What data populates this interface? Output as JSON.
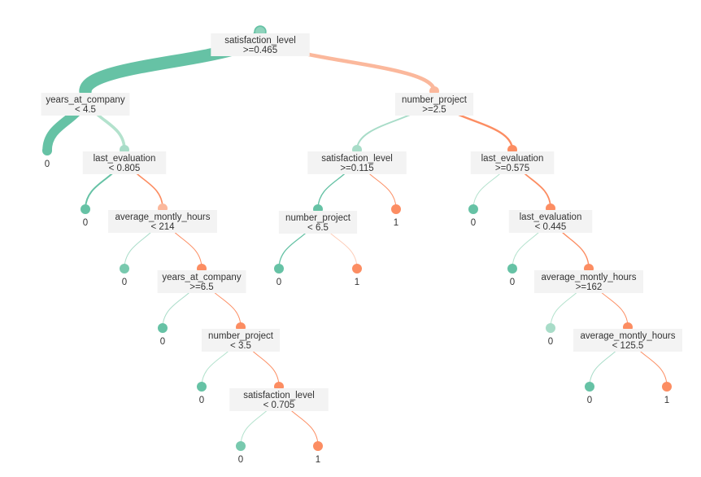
{
  "colors": {
    "class0_strong": "#66c2a5",
    "class0_light": "#b3e2cd",
    "class1_strong": "#fc8d62",
    "class1_light": "#fdcdb9"
  },
  "tree": {
    "nodes": [
      {
        "id": "n1",
        "feature": "satisfaction_level",
        "condition": ">=0.465",
        "color": "#8fd3bc"
      },
      {
        "id": "n2",
        "feature": "years_at_company",
        "condition": "< 4.5",
        "color": "#66c2a5"
      },
      {
        "id": "n3",
        "feature": "number_project",
        "condition": ">=2.5",
        "color": "#fbb89c"
      },
      {
        "id": "n4",
        "leaf": "0",
        "color": "#66c2a5"
      },
      {
        "id": "n5",
        "feature": "last_evaluation",
        "condition": "< 0.805",
        "color": "#a8dcc8"
      },
      {
        "id": "n6",
        "leaf": "0",
        "color": "#66c2a5"
      },
      {
        "id": "n7",
        "feature": "average_montly_hours",
        "condition": "< 214",
        "color": "#fbb89c"
      },
      {
        "id": "n8",
        "leaf": "0",
        "color": "#78c9ae"
      },
      {
        "id": "n9",
        "feature": "years_at_company",
        "condition": ">=6.5",
        "color": "#fc8d62"
      },
      {
        "id": "n10",
        "leaf": "0",
        "color": "#66c2a5"
      },
      {
        "id": "n11",
        "feature": "number_project",
        "condition": "< 3.5",
        "color": "#fc8d62"
      },
      {
        "id": "n12",
        "leaf": "0",
        "color": "#66c2a5"
      },
      {
        "id": "n13",
        "feature": "satisfaction_level",
        "condition": "< 0.705",
        "color": "#fc8d62"
      },
      {
        "id": "n14",
        "leaf": "0",
        "color": "#78c9ae"
      },
      {
        "id": "n15",
        "leaf": "1",
        "color": "#fc8d62"
      },
      {
        "id": "n16",
        "feature": "satisfaction_level",
        "condition": ">=0.115",
        "color": "#a8dcc8"
      },
      {
        "id": "n17",
        "feature": "number_project",
        "condition": "< 6.5",
        "color": "#66c2a5"
      },
      {
        "id": "n18",
        "leaf": "1",
        "color": "#fc8d62"
      },
      {
        "id": "n19",
        "leaf": "0",
        "color": "#66c2a5"
      },
      {
        "id": "n20",
        "leaf": "1",
        "color": "#fc8d62"
      },
      {
        "id": "n21",
        "feature": "last_evaluation",
        "condition": ">=0.575",
        "color": "#fc8d62"
      },
      {
        "id": "n22",
        "leaf": "0",
        "color": "#66c2a5"
      },
      {
        "id": "n23",
        "feature": "last_evaluation",
        "condition": "< 0.445",
        "color": "#fc8d62"
      },
      {
        "id": "n24",
        "leaf": "0",
        "color": "#66c2a5"
      },
      {
        "id": "n25",
        "feature": "average_montly_hours",
        "condition": ">=162",
        "color": "#fc8d62"
      },
      {
        "id": "n26",
        "leaf": "0",
        "color": "#a8dcc8"
      },
      {
        "id": "n27",
        "feature": "average_montly_hours",
        "condition": "< 125.5",
        "color": "#fc8d62"
      },
      {
        "id": "n28",
        "leaf": "0",
        "color": "#66c2a5"
      },
      {
        "id": "n29",
        "leaf": "1",
        "color": "#fc8d62"
      }
    ],
    "edges": [
      {
        "from": "n1",
        "to": "n2",
        "color": "#66c2a5",
        "weight": 0.77
      },
      {
        "from": "n1",
        "to": "n3",
        "color": "#fbb89c",
        "weight": 0.23
      },
      {
        "from": "n2",
        "to": "n4",
        "color": "#66c2a5",
        "weight": 0.58
      },
      {
        "from": "n2",
        "to": "n5",
        "color": "#b3e2cd",
        "weight": 0.18
      },
      {
        "from": "n5",
        "to": "n6",
        "color": "#66c2a5",
        "weight": 0.1
      },
      {
        "from": "n5",
        "to": "n7",
        "color": "#fc8d62",
        "weight": 0.08
      },
      {
        "from": "n7",
        "to": "n8",
        "color": "#a8dcc8",
        "weight": 0.05
      },
      {
        "from": "n7",
        "to": "n9",
        "color": "#fc8d62",
        "weight": 0.04
      },
      {
        "from": "n9",
        "to": "n10",
        "color": "#a8dcc8",
        "weight": 0.02
      },
      {
        "from": "n9",
        "to": "n11",
        "color": "#fc8d62",
        "weight": 0.02
      },
      {
        "from": "n11",
        "to": "n12",
        "color": "#b3e2cd",
        "weight": 0.01
      },
      {
        "from": "n11",
        "to": "n13",
        "color": "#fc8d62",
        "weight": 0.01
      },
      {
        "from": "n13",
        "to": "n14",
        "color": "#b3e2cd",
        "weight": 0.005
      },
      {
        "from": "n13",
        "to": "n15",
        "color": "#fc8d62",
        "weight": 0.005
      },
      {
        "from": "n3",
        "to": "n16",
        "color": "#a8dcc8",
        "weight": 0.1
      },
      {
        "from": "n3",
        "to": "n21",
        "color": "#fc8d62",
        "weight": 0.12
      },
      {
        "from": "n16",
        "to": "n17",
        "color": "#66c2a5",
        "weight": 0.07
      },
      {
        "from": "n16",
        "to": "n18",
        "color": "#fc8d62",
        "weight": 0.03
      },
      {
        "from": "n17",
        "to": "n19",
        "color": "#66c2a5",
        "weight": 0.065
      },
      {
        "from": "n17",
        "to": "n20",
        "color": "#fdcdb9",
        "weight": 0.005
      },
      {
        "from": "n21",
        "to": "n22",
        "color": "#b3e2cd",
        "weight": 0.03
      },
      {
        "from": "n21",
        "to": "n23",
        "color": "#fc8d62",
        "weight": 0.09
      },
      {
        "from": "n23",
        "to": "n24",
        "color": "#b3e2cd",
        "weight": 0.02
      },
      {
        "from": "n23",
        "to": "n25",
        "color": "#fc8d62",
        "weight": 0.07
      },
      {
        "from": "n25",
        "to": "n26",
        "color": "#b3e2cd",
        "weight": 0.02
      },
      {
        "from": "n25",
        "to": "n27",
        "color": "#fc8d62",
        "weight": 0.05
      },
      {
        "from": "n27",
        "to": "n28",
        "color": "#a8dcc8",
        "weight": 0.015
      },
      {
        "from": "n27",
        "to": "n29",
        "color": "#fc8d62",
        "weight": 0.035
      }
    ]
  }
}
